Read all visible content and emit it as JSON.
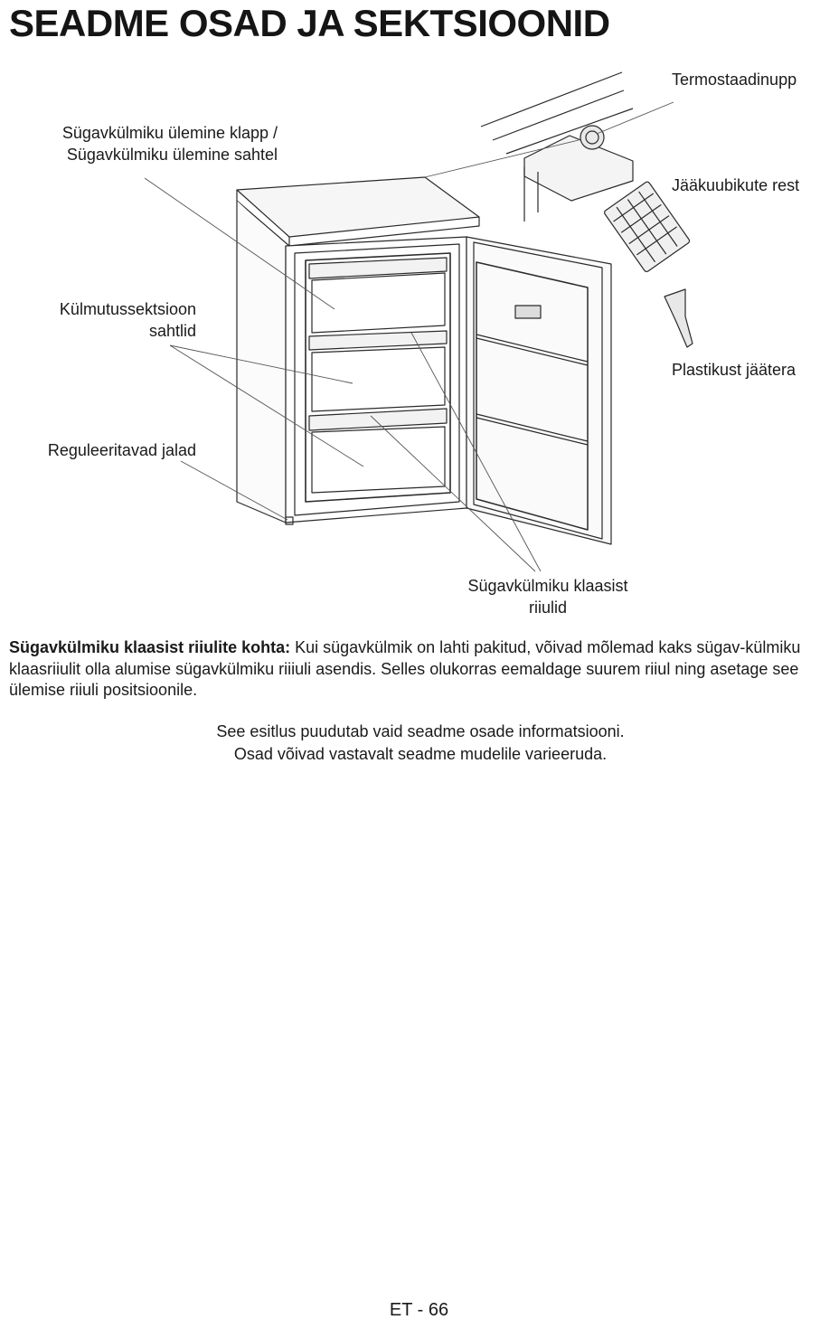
{
  "page": {
    "title": "SEADME OSAD JA SEKTSIOONID",
    "footer": "ET - 66"
  },
  "figure": {
    "labels": {
      "thermostat": "Termostaadinupp",
      "top_flap_line1": "Sügavkülmiku ülemine klapp /",
      "top_flap_line2": "Sügavkülmiku ülemine sahtel",
      "ice_tray": "Jääkuubikute rest",
      "drawers_line1": "Külmutussektsioon",
      "drawers_line2": "sahtlid",
      "scraper": "Plastikust jäätera",
      "feet": "Reguleeritavad jalad",
      "shelves_line1": "Sügavkülmiku klaasist",
      "shelves_line2": "riiulid"
    }
  },
  "note": {
    "bold_lead": "Sügavkülmiku klaasist riiulite kohta:",
    "text": " Kui sügavkülmik on lahti pakitud, võivad mõlemad kaks sügav-külmiku klaasriiulit olla alumise sügavkülmiku riiiuli asendis. Selles olukorras eemaldage suurem riiul ning asetage see ülemise riiuli positsioonile."
  },
  "disclaimer": {
    "line1": "See esitlus puudutab vaid seadme osade informatsiooni.",
    "line2": "Osad võivad vastavalt seadme mudelile varieeruda."
  }
}
